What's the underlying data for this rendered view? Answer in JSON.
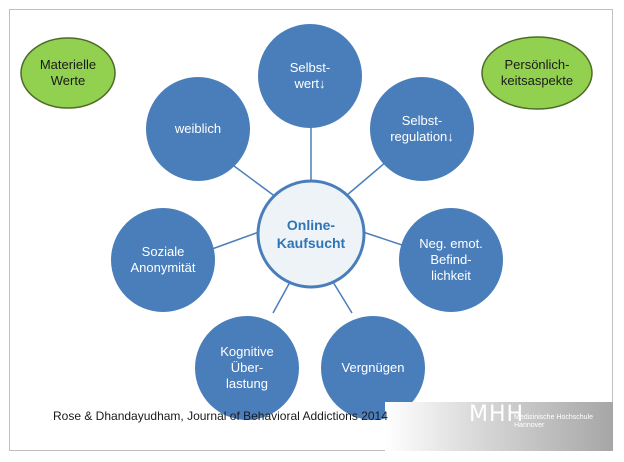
{
  "diagram": {
    "center": {
      "label": "Online-\nKaufsucht"
    },
    "nodes": [
      {
        "label": "Selbst-\nwert↓"
      },
      {
        "label": "Selbst-\nregulation↓"
      },
      {
        "label": "Neg. emot.\nBefind-\nlichkeit"
      },
      {
        "label": "Vergnügen"
      },
      {
        "label": "Kognitive\nÜber-\nlastung"
      },
      {
        "label": "Soziale\nAnonymität"
      },
      {
        "label": "weiblich"
      }
    ],
    "side_labels": [
      {
        "label": "Materielle\nWerte"
      },
      {
        "label": "Persönlich-\nkeitsaspekte"
      }
    ],
    "colors": {
      "node_fill": "#4a7ebb",
      "center_fill": "#eef3f8",
      "center_stroke": "#4a7ebb",
      "center_text": "#2e75b6",
      "oval_fill": "#92d050",
      "oval_stroke": "#4e6b2a"
    }
  },
  "footer": {
    "citation": "Rose & Dhandayudham, Journal of Behavioral Addictions 2014",
    "logo_mark": "MHH",
    "logo_text": "Medizinische Hochschule\nHannover"
  }
}
